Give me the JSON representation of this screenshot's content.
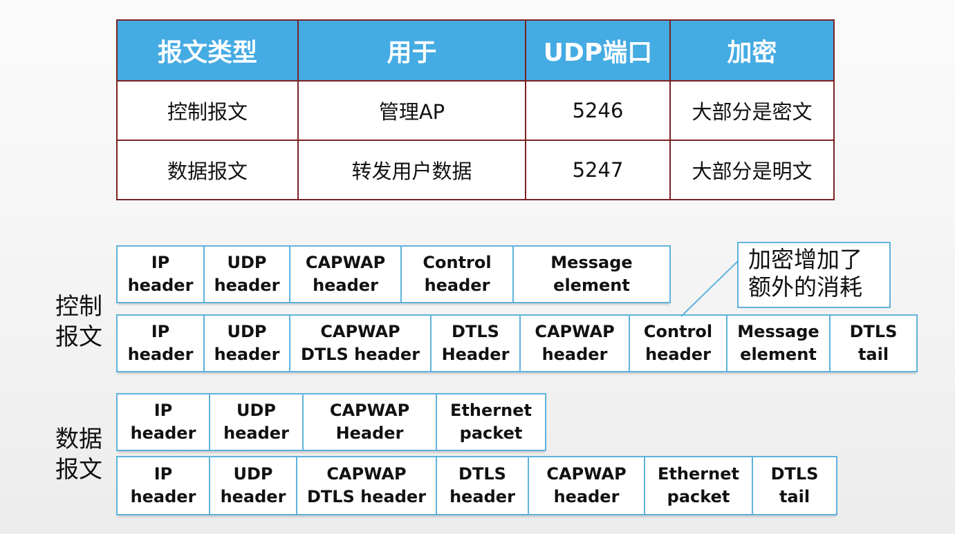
{
  "table": {
    "headers": [
      "报文类型",
      "用于",
      "UDP端口",
      "加密"
    ],
    "rows": [
      [
        "控制报文",
        "管理AP",
        "5246",
        "大部分是密文"
      ],
      [
        "数据报文",
        "转发用户数据",
        "5247",
        "大部分是明文"
      ]
    ]
  },
  "labels": {
    "control": "控制\n报文",
    "data": "数据\n报文"
  },
  "callout": "加密增加了\n额外的消耗",
  "packets": {
    "control_plain": [
      "IP\nheader",
      "UDP\nheader",
      "CAPWAP\nheader",
      "Control\nheader",
      "Message\nelement"
    ],
    "control_dtls": [
      "IP\nheader",
      "UDP\nheader",
      "CAPWAP\nDTLS header",
      "DTLS\nHeader",
      "CAPWAP\nheader",
      "Control\nheader",
      "Message\nelement",
      "DTLS\ntail"
    ],
    "data_plain": [
      "IP\nheader",
      "UDP\nheader",
      "CAPWAP\nHeader",
      "Ethernet\npacket"
    ],
    "data_dtls": [
      "IP\nheader",
      "UDP\nheader",
      "CAPWAP\nDTLS header",
      "DTLS\nheader",
      "CAPWAP\nheader",
      "Ethernet\npacket",
      "DTLS\ntail"
    ]
  },
  "colors": {
    "header_bg": "#45abe3",
    "table_border": "#7a2222",
    "packet_border": "#5eb2dd"
  }
}
